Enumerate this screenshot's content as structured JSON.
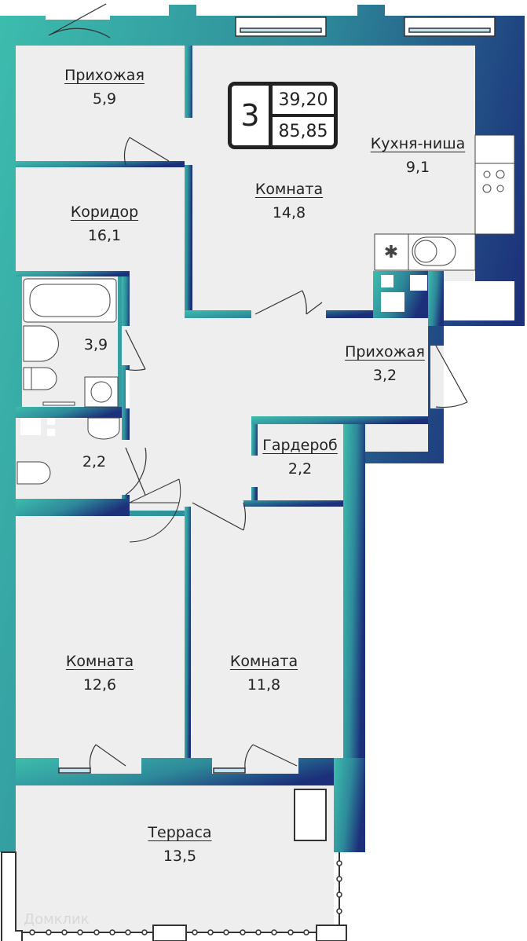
{
  "badge": {
    "rooms": "3",
    "living_area": "39,20",
    "total_area": "85,85"
  },
  "rooms": [
    {
      "name": "Прихожая",
      "area": "5,9"
    },
    {
      "name": "Коридор",
      "area": "16,1"
    },
    {
      "name": "Комната",
      "area": "14,8"
    },
    {
      "name": "Кухня-ниша",
      "area": "9,1"
    },
    {
      "name": "Прихожая",
      "area": "3,2"
    },
    {
      "name": "Гардероб",
      "area": "2,2"
    },
    {
      "name": "Комната",
      "area": "12,6"
    },
    {
      "name": "Комната",
      "area": "11,8"
    },
    {
      "name": "Терраса",
      "area": "13,5"
    }
  ],
  "unnamed_areas": {
    "bathroom": "3,9",
    "toilet": "2,2"
  },
  "watermark": "Домклик",
  "colors": {
    "wall_left": "#3dbdad",
    "wall_right": "#1c2f7a",
    "floor": "#eeeeee",
    "line": "#333333"
  }
}
